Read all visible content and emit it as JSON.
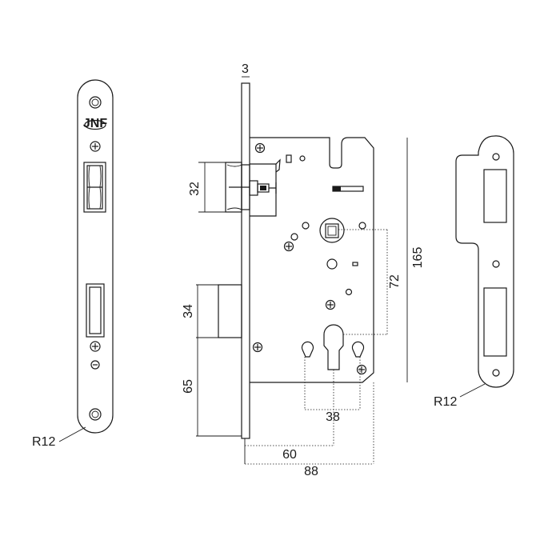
{
  "dimensions": {
    "faceplate_thickness": "3",
    "latch_height": "32",
    "bolt_height": "34",
    "bolt_offset": "65",
    "cylinder_spacing": "72",
    "overall_height": "165",
    "cylinder_width": "38",
    "backset": "60",
    "case_depth": "88"
  },
  "radius_labels": {
    "faceplate": "R12",
    "strike_plate": "R12"
  },
  "logo_text": "JNF"
}
